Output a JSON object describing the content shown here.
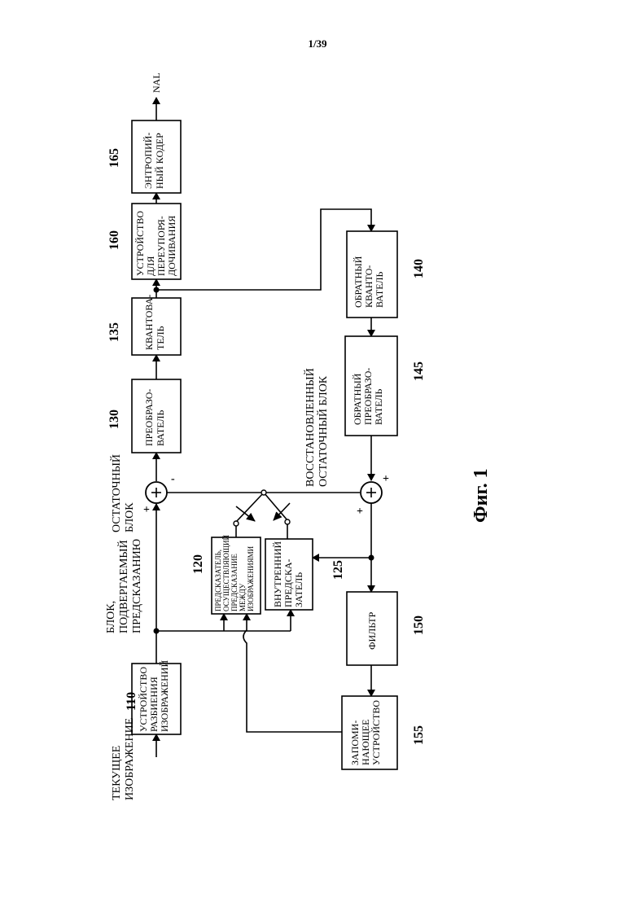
{
  "page_number": "1/39",
  "figure_caption": "Фиг. 1",
  "output_label": "NAL",
  "blocks": [
    {
      "id": "110",
      "number": "110",
      "lines": [
        "УСТРОЙСТВО",
        "РАЗБИЕНИЯ",
        "ИЗОБРАЖЕНИЙ"
      ]
    },
    {
      "id": "120",
      "number": "120",
      "lines": [
        "ПРЕДСКАЗАТЕЛЬ,",
        "ОСУЩЕСТВЛЯЮЩИЙ",
        "ПРЕДСКАЗАНИЕ",
        "МЕЖДУ",
        "ИЗОБРАЖЕНИЯМИ"
      ]
    },
    {
      "id": "125",
      "number": "125",
      "lines": [
        "ВНУТРЕННИЙ",
        "ПРЕДСКА-",
        "ЗАТЕЛЬ"
      ]
    },
    {
      "id": "130",
      "number": "130",
      "lines": [
        "ПРЕОБРАЗО-",
        "ВАТЕЛЬ"
      ]
    },
    {
      "id": "135",
      "number": "135",
      "lines": [
        "КВАНТОВА-",
        "ТЕЛЬ"
      ]
    },
    {
      "id": "160",
      "number": "160",
      "lines": [
        "УСТРОЙСТВО",
        "ДЛЯ",
        "ПЕРЕУПОРЯ-",
        "ДОЧИВАНИЯ"
      ]
    },
    {
      "id": "165",
      "number": "165",
      "lines": [
        "ЭНТРОПИЙ-",
        "НЫЙ КОДЕР"
      ]
    },
    {
      "id": "140",
      "number": "140",
      "lines": [
        "ОБРАТНЫЙ",
        "КВАНТО-",
        "ВАТЕЛЬ"
      ]
    },
    {
      "id": "145",
      "number": "145",
      "lines": [
        "ОБРАТНЫЙ",
        "ПРЕОБРАЗО-",
        "ВАТЕЛЬ"
      ]
    },
    {
      "id": "150",
      "number": "150",
      "lines": [
        "ФИЛЬТР"
      ]
    },
    {
      "id": "155",
      "number": "155",
      "lines": [
        "ЗАПОМИ-",
        "НАЮЩЕЕ",
        "УСТРОЙСТВО"
      ]
    }
  ],
  "signal_labels": {
    "current_image": [
      "ТЕКУЩЕЕ",
      "ИЗОБРАЖЕНИЕ"
    ],
    "predicted_block": [
      "БЛОК,",
      "ПОДВЕРГАЕМЫЙ",
      "ПРЕДСКАЗАНИЮ"
    ],
    "residual_block": [
      "ОСТАТОЧНЫЙ",
      "БЛОК"
    ],
    "reconstructed_residual": [
      "ВОССТАНОВЛЕННЫЙ",
      "ОСТАТОЧНЫЙ БЛОК"
    ]
  },
  "signs": {
    "plus": "+",
    "minus": "-"
  }
}
